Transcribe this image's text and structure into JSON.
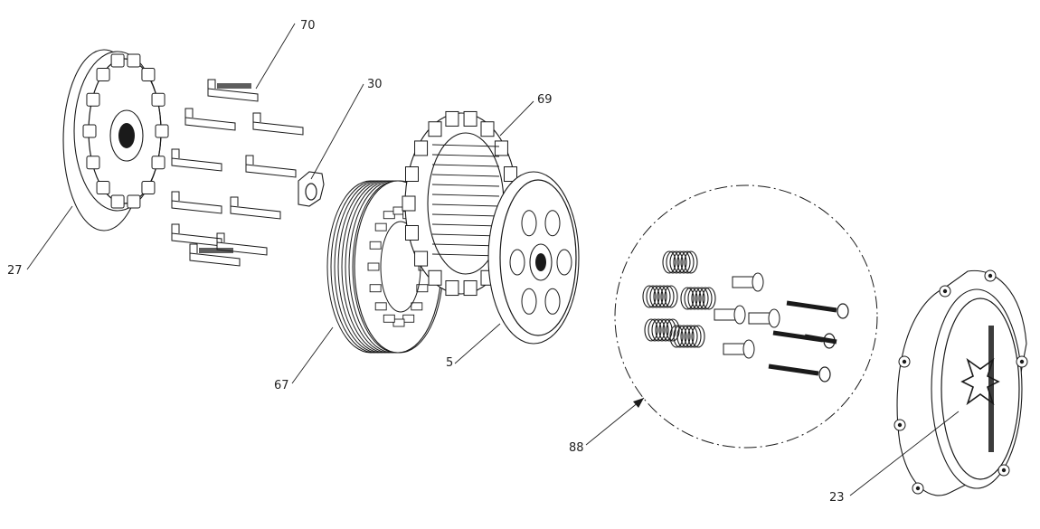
{
  "diagram": {
    "callouts": [
      {
        "id": "70",
        "text": "70"
      },
      {
        "id": "30",
        "text": "30"
      },
      {
        "id": "69",
        "text": "69"
      },
      {
        "id": "27",
        "text": "27"
      },
      {
        "id": "67",
        "text": "67"
      },
      {
        "id": "5",
        "text": "5"
      },
      {
        "id": "88",
        "text": "88"
      },
      {
        "id": "23",
        "text": "23"
      }
    ],
    "colors": {
      "ink": "#1a1a1a",
      "background": "#ffffff"
    }
  }
}
